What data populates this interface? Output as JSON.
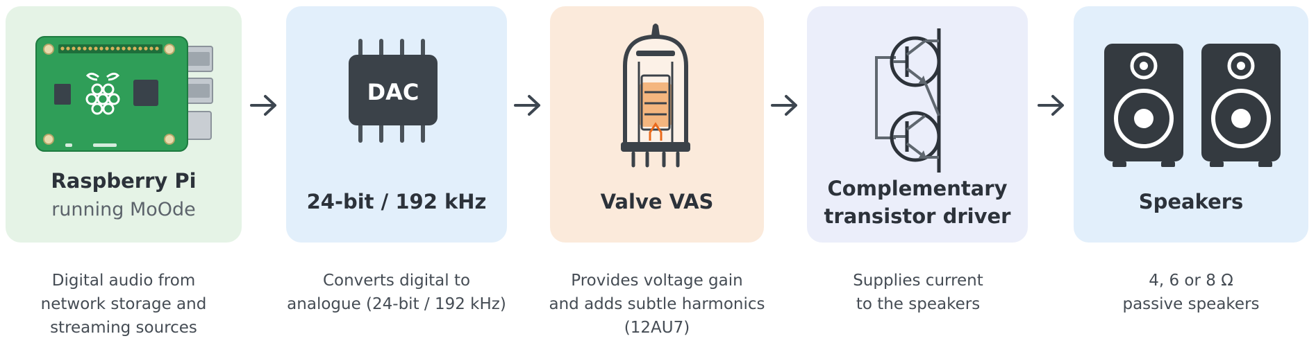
{
  "stages": [
    {
      "title_lines": [
        "Raspberry Pi"
      ],
      "subtitle": "running MoOde",
      "icon": "raspberry-pi-board-icon",
      "bg": "#e5f3e6",
      "description_lines": [
        "Digital audio from",
        "network storage and",
        "streaming sources"
      ]
    },
    {
      "title_lines": [
        "24-bit / 192 kHz"
      ],
      "subtitle": "",
      "chip_label": "DAC",
      "icon": "dac-chip-icon",
      "bg": "#e2effb",
      "description_lines": [
        "Converts digital to",
        "analogue (24-bit / 192 kHz)"
      ]
    },
    {
      "title_lines": [
        "Valve VAS"
      ],
      "subtitle": "",
      "icon": "vacuum-tube-icon",
      "bg": "#fbeadb",
      "description_lines": [
        "Provides voltage gain",
        "and adds subtle harmonics",
        "(12AU7)"
      ]
    },
    {
      "title_lines": [
        "Complementary",
        "transistor driver"
      ],
      "subtitle": "",
      "icon": "transistor-pair-icon",
      "bg": "#ebeefa",
      "description_lines": [
        "Supplies current",
        "to the speakers"
      ]
    },
    {
      "title_lines": [
        "Speakers"
      ],
      "subtitle": "",
      "icon": "speakers-icon",
      "bg": "#e2effb",
      "description_lines": [
        "4, 6 or 8 Ω",
        "passive speakers"
      ]
    }
  ],
  "colors": {
    "pcb_green": "#2f9e58",
    "pcb_dark": "#1e7a40",
    "chip_dark": "#3b4249",
    "tube_glow": "#f2a15c",
    "speaker_dark": "#343a40",
    "arrow": "#3d4650"
  }
}
